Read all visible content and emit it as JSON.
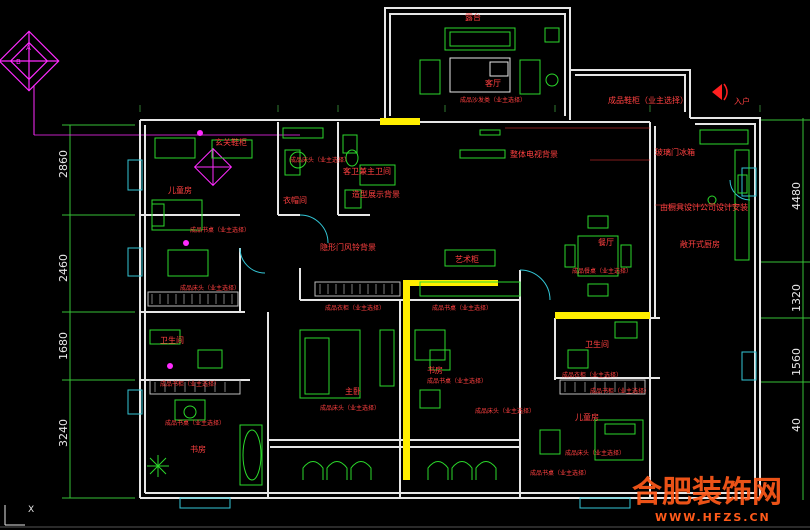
{
  "dimensions_left": [
    "2860",
    "2460",
    "1680",
    "3240"
  ],
  "dimensions_right": [
    "4480",
    "1320",
    "1560",
    "40"
  ],
  "rooms": {
    "terrace": "露台",
    "living_room": "客厅",
    "living_note": "成品沙发类（业主选择）",
    "shoe_cabinet": "成品鞋柜（业主选择）",
    "entrance": "入户",
    "kitchen_door": "玻璃门冰箱",
    "kitchen_note": "由橱具设计公司设计安装",
    "open_kitchen": "敞开式厨房",
    "dining": "餐厅",
    "dining_note": "成品餐桌（业主选择）",
    "tv_wall": "整体电视背景",
    "hallway_shoe": "玄关鞋柜",
    "guest_bath": "客卫兼主卫间",
    "display_wall": "造型展示背景",
    "hidden_door": "隐形门风铃背景",
    "wine_cabinet": "艺术柜",
    "kids_room_1": "儿童房",
    "kids_note_1": "成品书桌（业主选择）",
    "balcony_tub": "浴缸",
    "laundry": "衣帽间",
    "laundry_note": "成品床头（业主选择）",
    "master_bed": "主卧",
    "master_note": "成品床头（业主选择）",
    "master_wardrobe": "成品衣柜（业主选择）",
    "bath_2": "卫生间",
    "study_room": "书房",
    "study_note": "成品书桌（业主选择）",
    "bath_3": "卫生间",
    "kids_room_2": "儿童房",
    "kids_note_2": "成品床头（业主选择）",
    "wardrobe_note_2": "成品书柜（业主选择）",
    "bedroom_note": "成品床头（业主选择）",
    "master_desk": "成品书桌（业主选择）",
    "study_shelf": "成品书柜（业主选择）",
    "study_label": "书房",
    "kids_closet_2": "成品衣柜（业主选择）"
  },
  "watermark": {
    "brand": "合肥装饰网",
    "url": "WWW.HFZS.CN"
  },
  "colors": {
    "wall": "#e6e6e6",
    "furniture": "#2bd92b",
    "label": "#ff3a3a",
    "accent": "#ff2bff",
    "highlight": "#ffee00",
    "dim": "#66dd66",
    "watermark": "#ff5a1a"
  }
}
